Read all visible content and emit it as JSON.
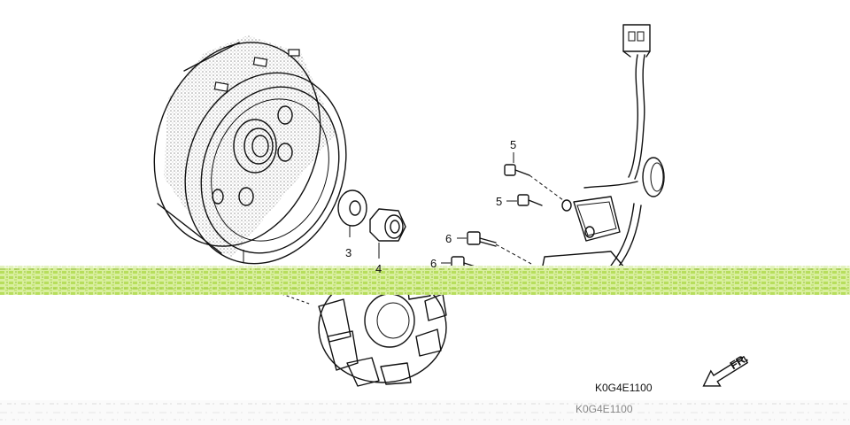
{
  "diagram": {
    "callouts": {
      "c3": "3",
      "c4": "4",
      "c5a": "5",
      "c5b": "5",
      "c6a": "6",
      "c6b": "6"
    },
    "direction_label": "FR.",
    "code": "K0G4E1100",
    "code_ghost": "K0G4E1100"
  }
}
